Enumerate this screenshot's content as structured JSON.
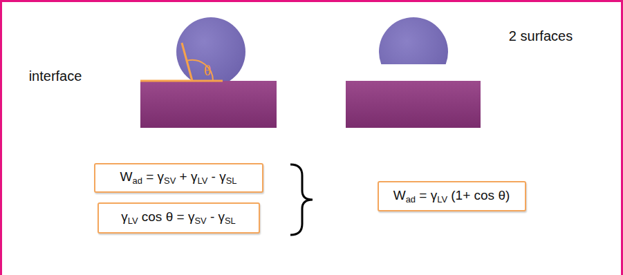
{
  "diagram": {
    "nodes": [
      {
        "text": [
          "Wad = γSV + γLV - γSL"
        ]
      },
      {
        "text": [
          "γLV cos θ = γSV - γSL"
        ]
      },
      {
        "text": [
          "Wad = γLV (1+ cos θ)"
        ]
      }
    ],
    "labels": [
      "interface",
      "θ",
      "2 surfaces"
    ]
  }
}
